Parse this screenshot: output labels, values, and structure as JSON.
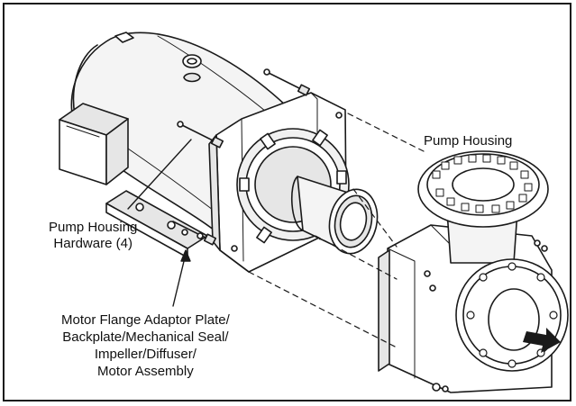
{
  "labels": {
    "pump_housing": "Pump Housing",
    "hardware_line1": "Pump Housing",
    "hardware_line2": "Hardware (4)",
    "assembly_line1": "Motor Flange Adaptor Plate/",
    "assembly_line2": "Backplate/Mechanical Seal/",
    "assembly_line3": "Impeller/Diffuser/",
    "assembly_line4": "Motor Assembly"
  },
  "colors": {
    "line": "#1a1a1a",
    "fill": "#ffffff",
    "shade": "#e6e6e6",
    "arrow": "#1a1a1a"
  }
}
